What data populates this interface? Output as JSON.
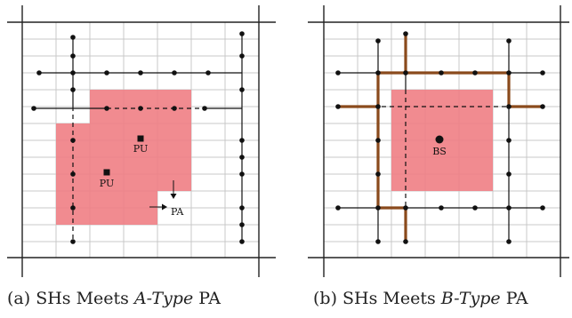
{
  "panels": {
    "a": {
      "caption_prefix": "(a) SHs Meets ",
      "caption_type": "A-Type",
      "caption_suffix": " PA",
      "unit_labels": [
        "PU",
        "PU"
      ],
      "pa_label": "PA"
    },
    "b": {
      "caption_prefix": "(b) SHs Meets ",
      "caption_type": "B-Type",
      "caption_suffix": " PA",
      "bs_label": "BS"
    }
  },
  "colors": {
    "grid": "#c8c8c8",
    "area": "#f07e84",
    "route": "#8a4a1c",
    "line": "#111111",
    "frame": "#222222"
  }
}
